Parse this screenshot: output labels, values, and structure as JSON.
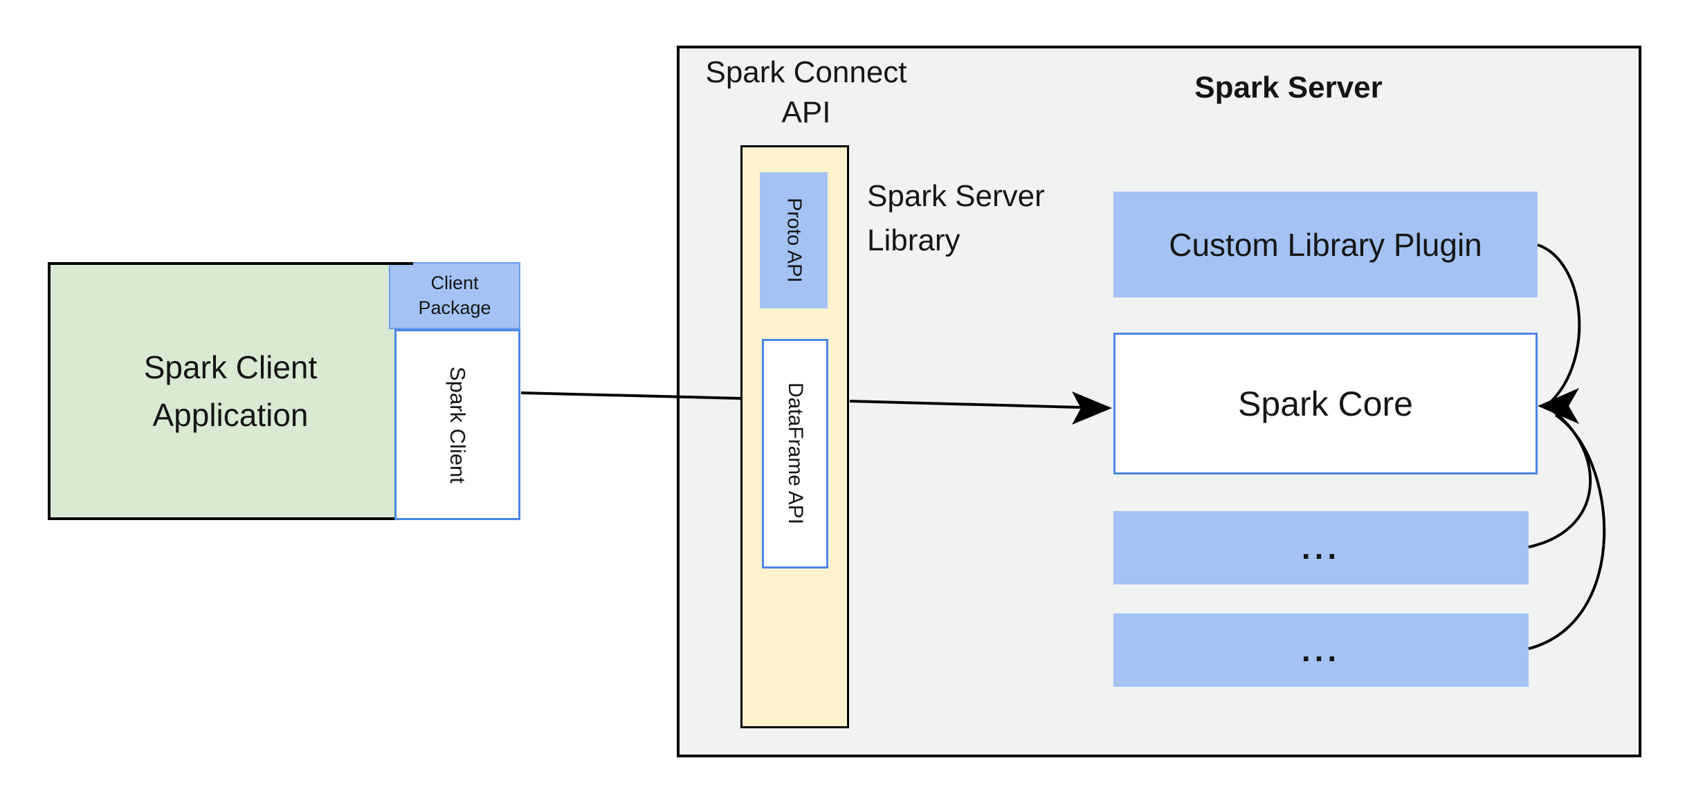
{
  "client_app": {
    "title_line1": "Spark Client",
    "title_line2": "Application",
    "package_line1": "Client",
    "package_line2": "Package",
    "spark_client": "Spark Client"
  },
  "connect_api": {
    "title_line1": "Spark Connect",
    "title_line2": "API",
    "proto_api": "Proto API",
    "dataframe_api": "DataFrame API",
    "library_line1": "Spark Server",
    "library_line2": "Library"
  },
  "server": {
    "title": "Spark Server",
    "plugin": "Custom Library Plugin",
    "core": "Spark Core",
    "ellipsis1": "...",
    "ellipsis2": "..."
  },
  "colors": {
    "client_app_fill": "#d9ead3",
    "package_fill": "#a4c2f4",
    "yellow_fill": "#fff2cc",
    "server_fill": "#f1f2f2",
    "blue_border": "#4a86e8",
    "outline": "#000000"
  }
}
